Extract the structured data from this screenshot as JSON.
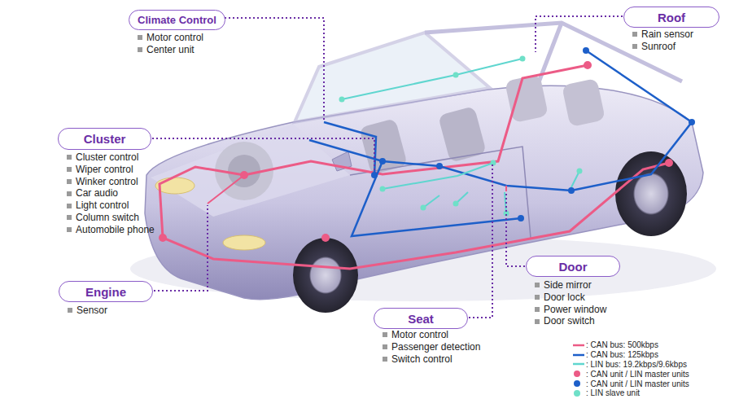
{
  "diagram": {
    "nodes": [
      {
        "text": [
          "Climate Control",
          "Motor control",
          "Center unit"
        ]
      },
      {
        "text": [
          "Roof",
          "Rain sensor",
          "Sunroof"
        ]
      },
      {
        "text": [
          "Cluster",
          "Cluster control",
          "Wiper control",
          "Winker control",
          "Car audio",
          "Light control",
          "Column switch",
          "Automobile phone"
        ]
      },
      {
        "text": [
          "Door",
          "Side mirror",
          "Door lock",
          "Power window",
          "Door switch"
        ]
      },
      {
        "text": [
          "Engine",
          "Sensor"
        ]
      },
      {
        "text": [
          "Seat",
          "Motor control",
          "Passenger detection",
          "Switch control"
        ]
      }
    ],
    "legend": [
      {
        "text": ": CAN bus: 500kbps"
      },
      {
        "text": ": CAN bus: 125kbps"
      },
      {
        "text": ": LIN bus: 19.2kbps/9.6kbps"
      },
      {
        "text": ": CAN unit / LIN master units"
      },
      {
        "text": ": CAN unit / LIN master units"
      },
      {
        "text": ": LIN slave unit"
      }
    ]
  }
}
